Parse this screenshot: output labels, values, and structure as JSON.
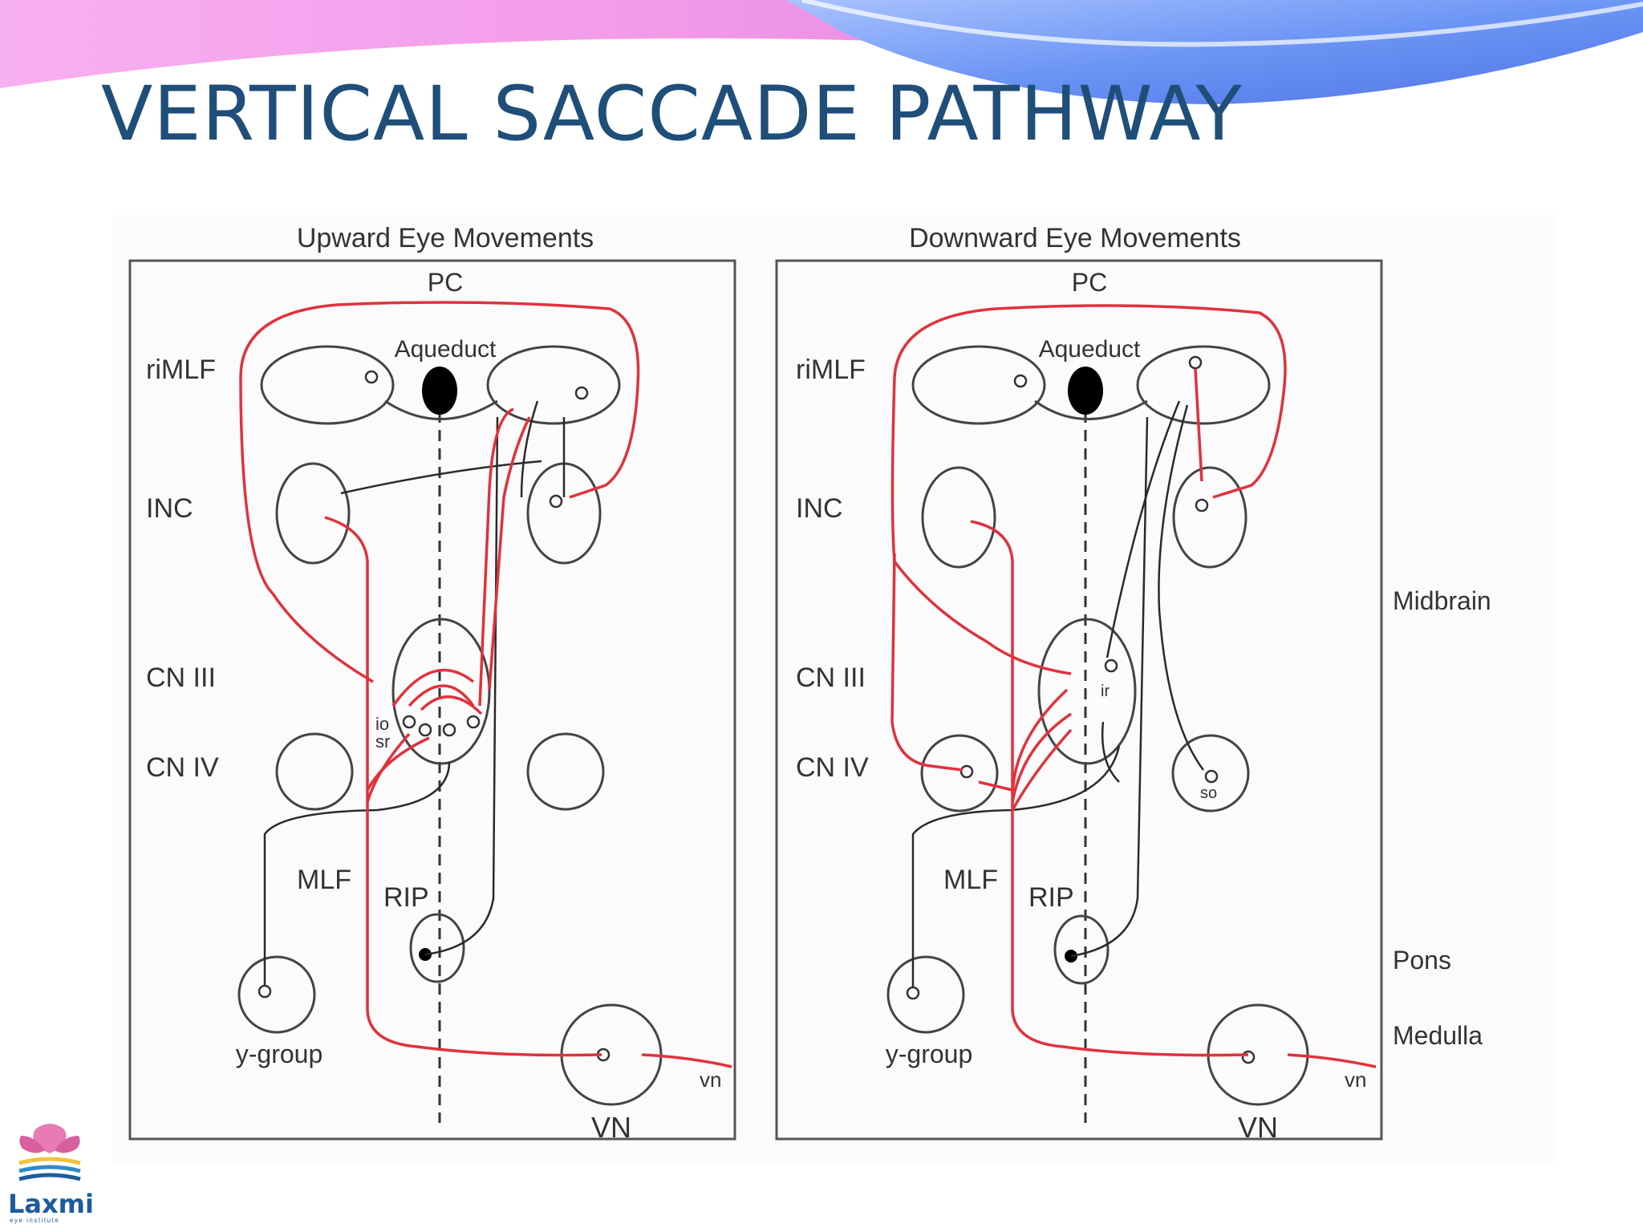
{
  "slide": {
    "title": "VERTICAL SACCADE PATHWAY"
  },
  "logo": {
    "name": "Laxmi",
    "tagline": "eye institute"
  },
  "colors": {
    "title": "#1f4e79",
    "pathway_red": "#e0323c",
    "pathway_dark": "#2a2a2a",
    "band_pink": "#f5a0ee",
    "band_blue": "#5b86f0"
  },
  "diagram": {
    "panels": [
      {
        "heading": "Upward Eye Movements",
        "top": "PC",
        "aqueduct": "Aqueduct"
      },
      {
        "heading": "Downward Eye Movements",
        "top": "PC",
        "aqueduct": "Aqueduct"
      }
    ],
    "row_labels": {
      "rimlf": "riMLF",
      "inc": "INC",
      "cn3": "CN III",
      "cn4": "CN IV",
      "mlf": "MLF",
      "rip": "RIP",
      "ygroup": "y-group",
      "vn": "VN",
      "vn_small": "vn"
    },
    "nucleus_labels": {
      "io": "io",
      "sr": "sr",
      "ir": "ir",
      "so": "so"
    },
    "levels": {
      "midbrain": "Midbrain",
      "pons": "Pons",
      "medulla": "Medulla"
    }
  }
}
